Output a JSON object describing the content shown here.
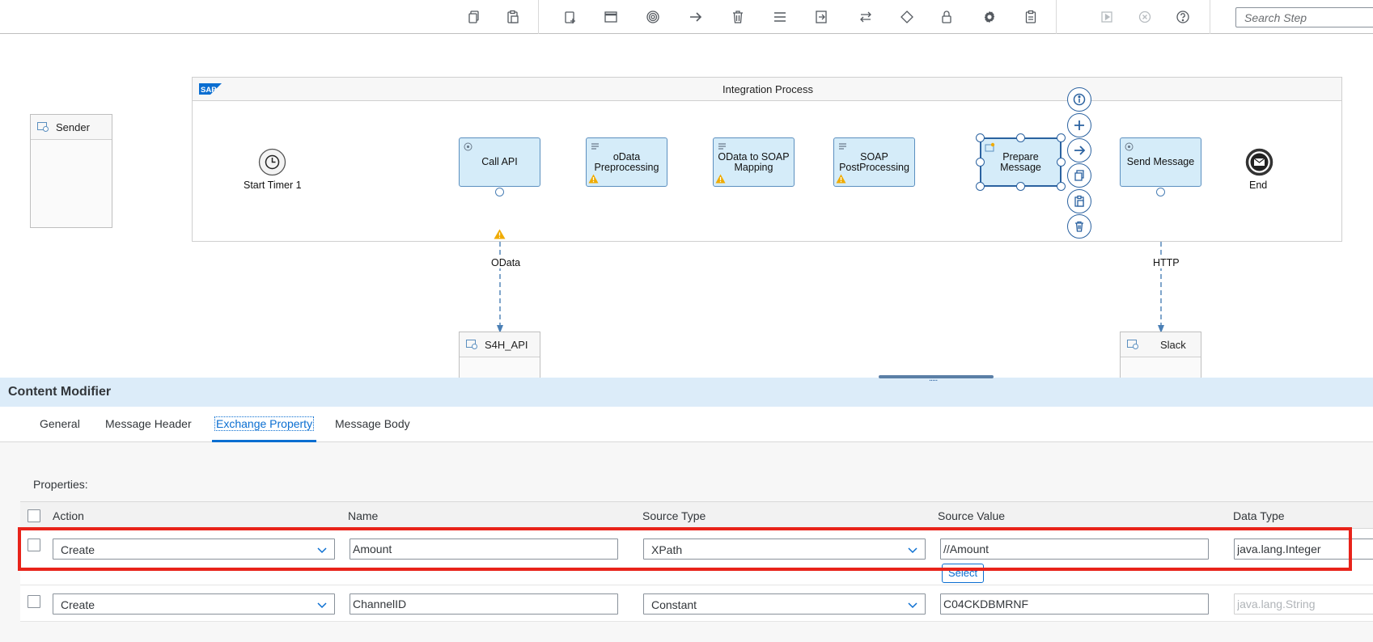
{
  "toolbar": {
    "buttons": [
      {
        "name": "copy-icon"
      },
      {
        "name": "paste-icon"
      },
      {
        "name": "add-step-icon"
      },
      {
        "name": "window-icon"
      },
      {
        "name": "target-icon"
      },
      {
        "name": "arrow-right-icon"
      },
      {
        "name": "delete-icon"
      },
      {
        "name": "menu-lines-icon"
      },
      {
        "name": "export-icon"
      },
      {
        "name": "swap-arrows-icon"
      },
      {
        "name": "diamond-icon"
      },
      {
        "name": "lock-icon"
      },
      {
        "name": "gear-icon"
      },
      {
        "name": "clipboard-icon"
      },
      {
        "name": "play-icon"
      },
      {
        "name": "cancel-icon"
      },
      {
        "name": "help-icon"
      }
    ],
    "search_placeholder": "Search Step"
  },
  "canvas": {
    "pool_title": "Integration Process",
    "sap_logo": "SAP",
    "sender": "Sender",
    "start_event": "Start Timer 1",
    "end_event": "End",
    "steps": {
      "call_api": "Call API",
      "odata_pre": [
        "oData",
        "Preprocessing"
      ],
      "odata_soap": [
        "OData to SOAP",
        "Mapping"
      ],
      "soap_post": [
        "SOAP",
        "PostProcessing"
      ],
      "prepare": [
        "Prepare",
        "Message"
      ],
      "send": "Send Message"
    },
    "receivers": {
      "s4h": "S4H_API",
      "slack": "Slack"
    },
    "connections": {
      "odata": "OData",
      "http": "HTTP"
    }
  },
  "panel": {
    "title": "Content Modifier",
    "tabs": [
      "General",
      "Message Header",
      "Exchange Property",
      "Message Body"
    ],
    "active_tab": "Exchange Property",
    "properties_label": "Properties:",
    "columns": [
      "Action",
      "Name",
      "Source Type",
      "Source Value",
      "Data Type"
    ],
    "rows": [
      {
        "action": "Create",
        "name": "Amount",
        "source_type": "XPath",
        "source_value": "//Amount",
        "data_type": "java.lang.Integer"
      },
      {
        "action": "Create",
        "name": "ChannelID",
        "source_type": "Constant",
        "source_value": "C04CKDBMRNF",
        "data_type": "java.lang.String"
      }
    ],
    "select_label": "Select",
    "splitter_dots": "....."
  },
  "colors": {
    "accent": "#0a6ed1",
    "step_fill": "#d5ecf9",
    "highlight": "#e8231a",
    "warning": "#f0ab00"
  }
}
